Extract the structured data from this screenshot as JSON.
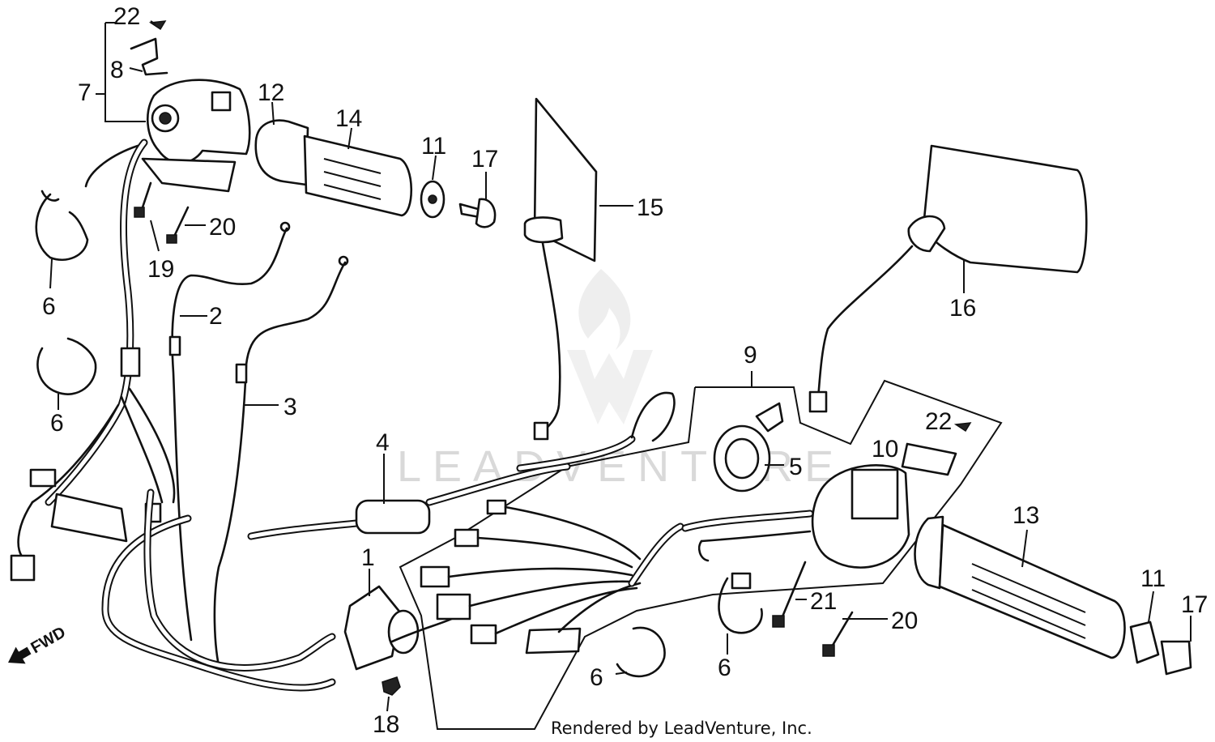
{
  "diagram": {
    "callouts": [
      "22",
      "8",
      "7",
      "12",
      "14",
      "11",
      "17",
      "15",
      "16",
      "20",
      "19",
      "6",
      "2",
      "6",
      "3",
      "9",
      "4",
      "22",
      "10",
      "5",
      "13",
      "1",
      "21",
      "20",
      "11",
      "17",
      "6",
      "6",
      "18"
    ],
    "fwd_label": "FWD",
    "credit": "Rendered by LeadVenture, Inc.",
    "watermark": "LEADVENTURE"
  }
}
